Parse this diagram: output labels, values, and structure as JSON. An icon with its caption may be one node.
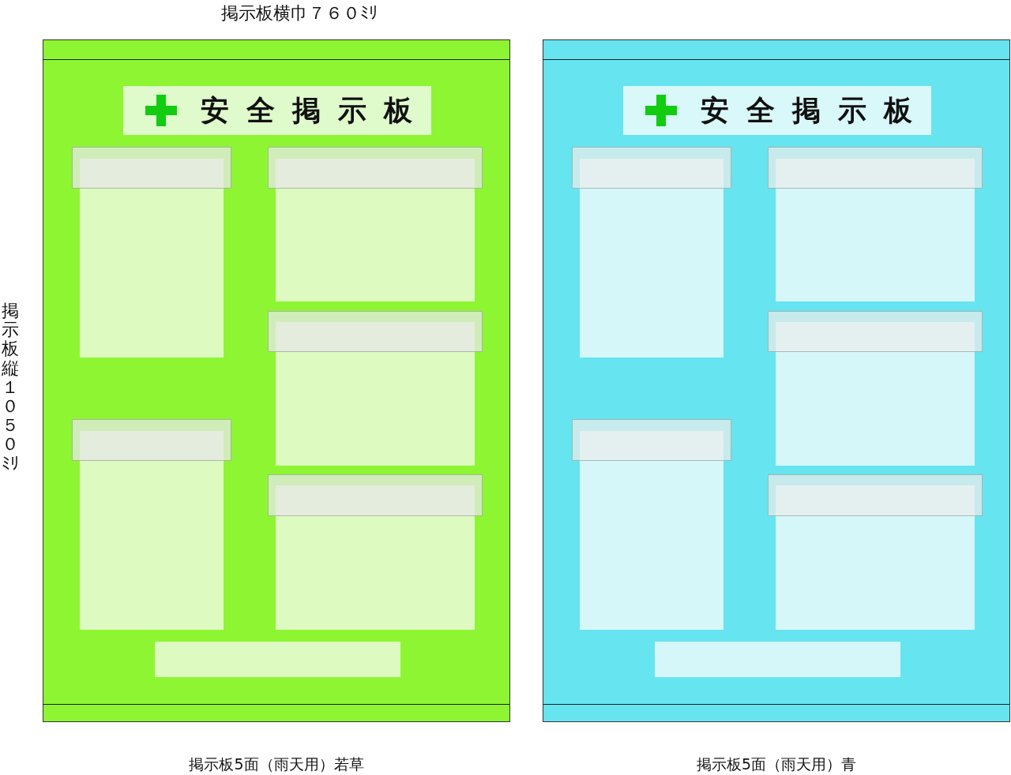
{
  "diagram": {
    "nodes": [
      {
        "text": [],
        "shape": "box",
        "beside": [
          "掲示板5面（雨天用）若草"
        ]
      },
      {
        "text": [
          "安全掲示板"
        ],
        "in": 0
      },
      {
        "text": [],
        "shape": "box",
        "in": 0
      },
      {
        "text": [],
        "shape": "box",
        "in": 0
      },
      {
        "text": [],
        "shape": "box",
        "in": 0
      },
      {
        "text": [],
        "shape": "box",
        "in": 0
      },
      {
        "text": [],
        "shape": "box",
        "in": 0
      },
      {
        "text": [],
        "shape": "box",
        "in": 0
      },
      {
        "text": [],
        "shape": "box",
        "beside": [
          "掲示板5面（雨天用）青"
        ]
      },
      {
        "text": [
          "安全掲示板"
        ],
        "in": 8
      },
      {
        "text": [],
        "shape": "box",
        "in": 8
      },
      {
        "text": [],
        "shape": "box",
        "in": 8
      },
      {
        "text": [],
        "shape": "box",
        "in": 8
      },
      {
        "text": [],
        "shape": "box",
        "in": 8
      },
      {
        "text": [],
        "shape": "box",
        "in": 8
      },
      {
        "text": [],
        "shape": "box",
        "in": 8
      }
    ],
    "labels": [
      "掲示板横巾７６０ﾐﾘ",
      "掲示板縦１０５０ﾐﾘ"
    ]
  }
}
